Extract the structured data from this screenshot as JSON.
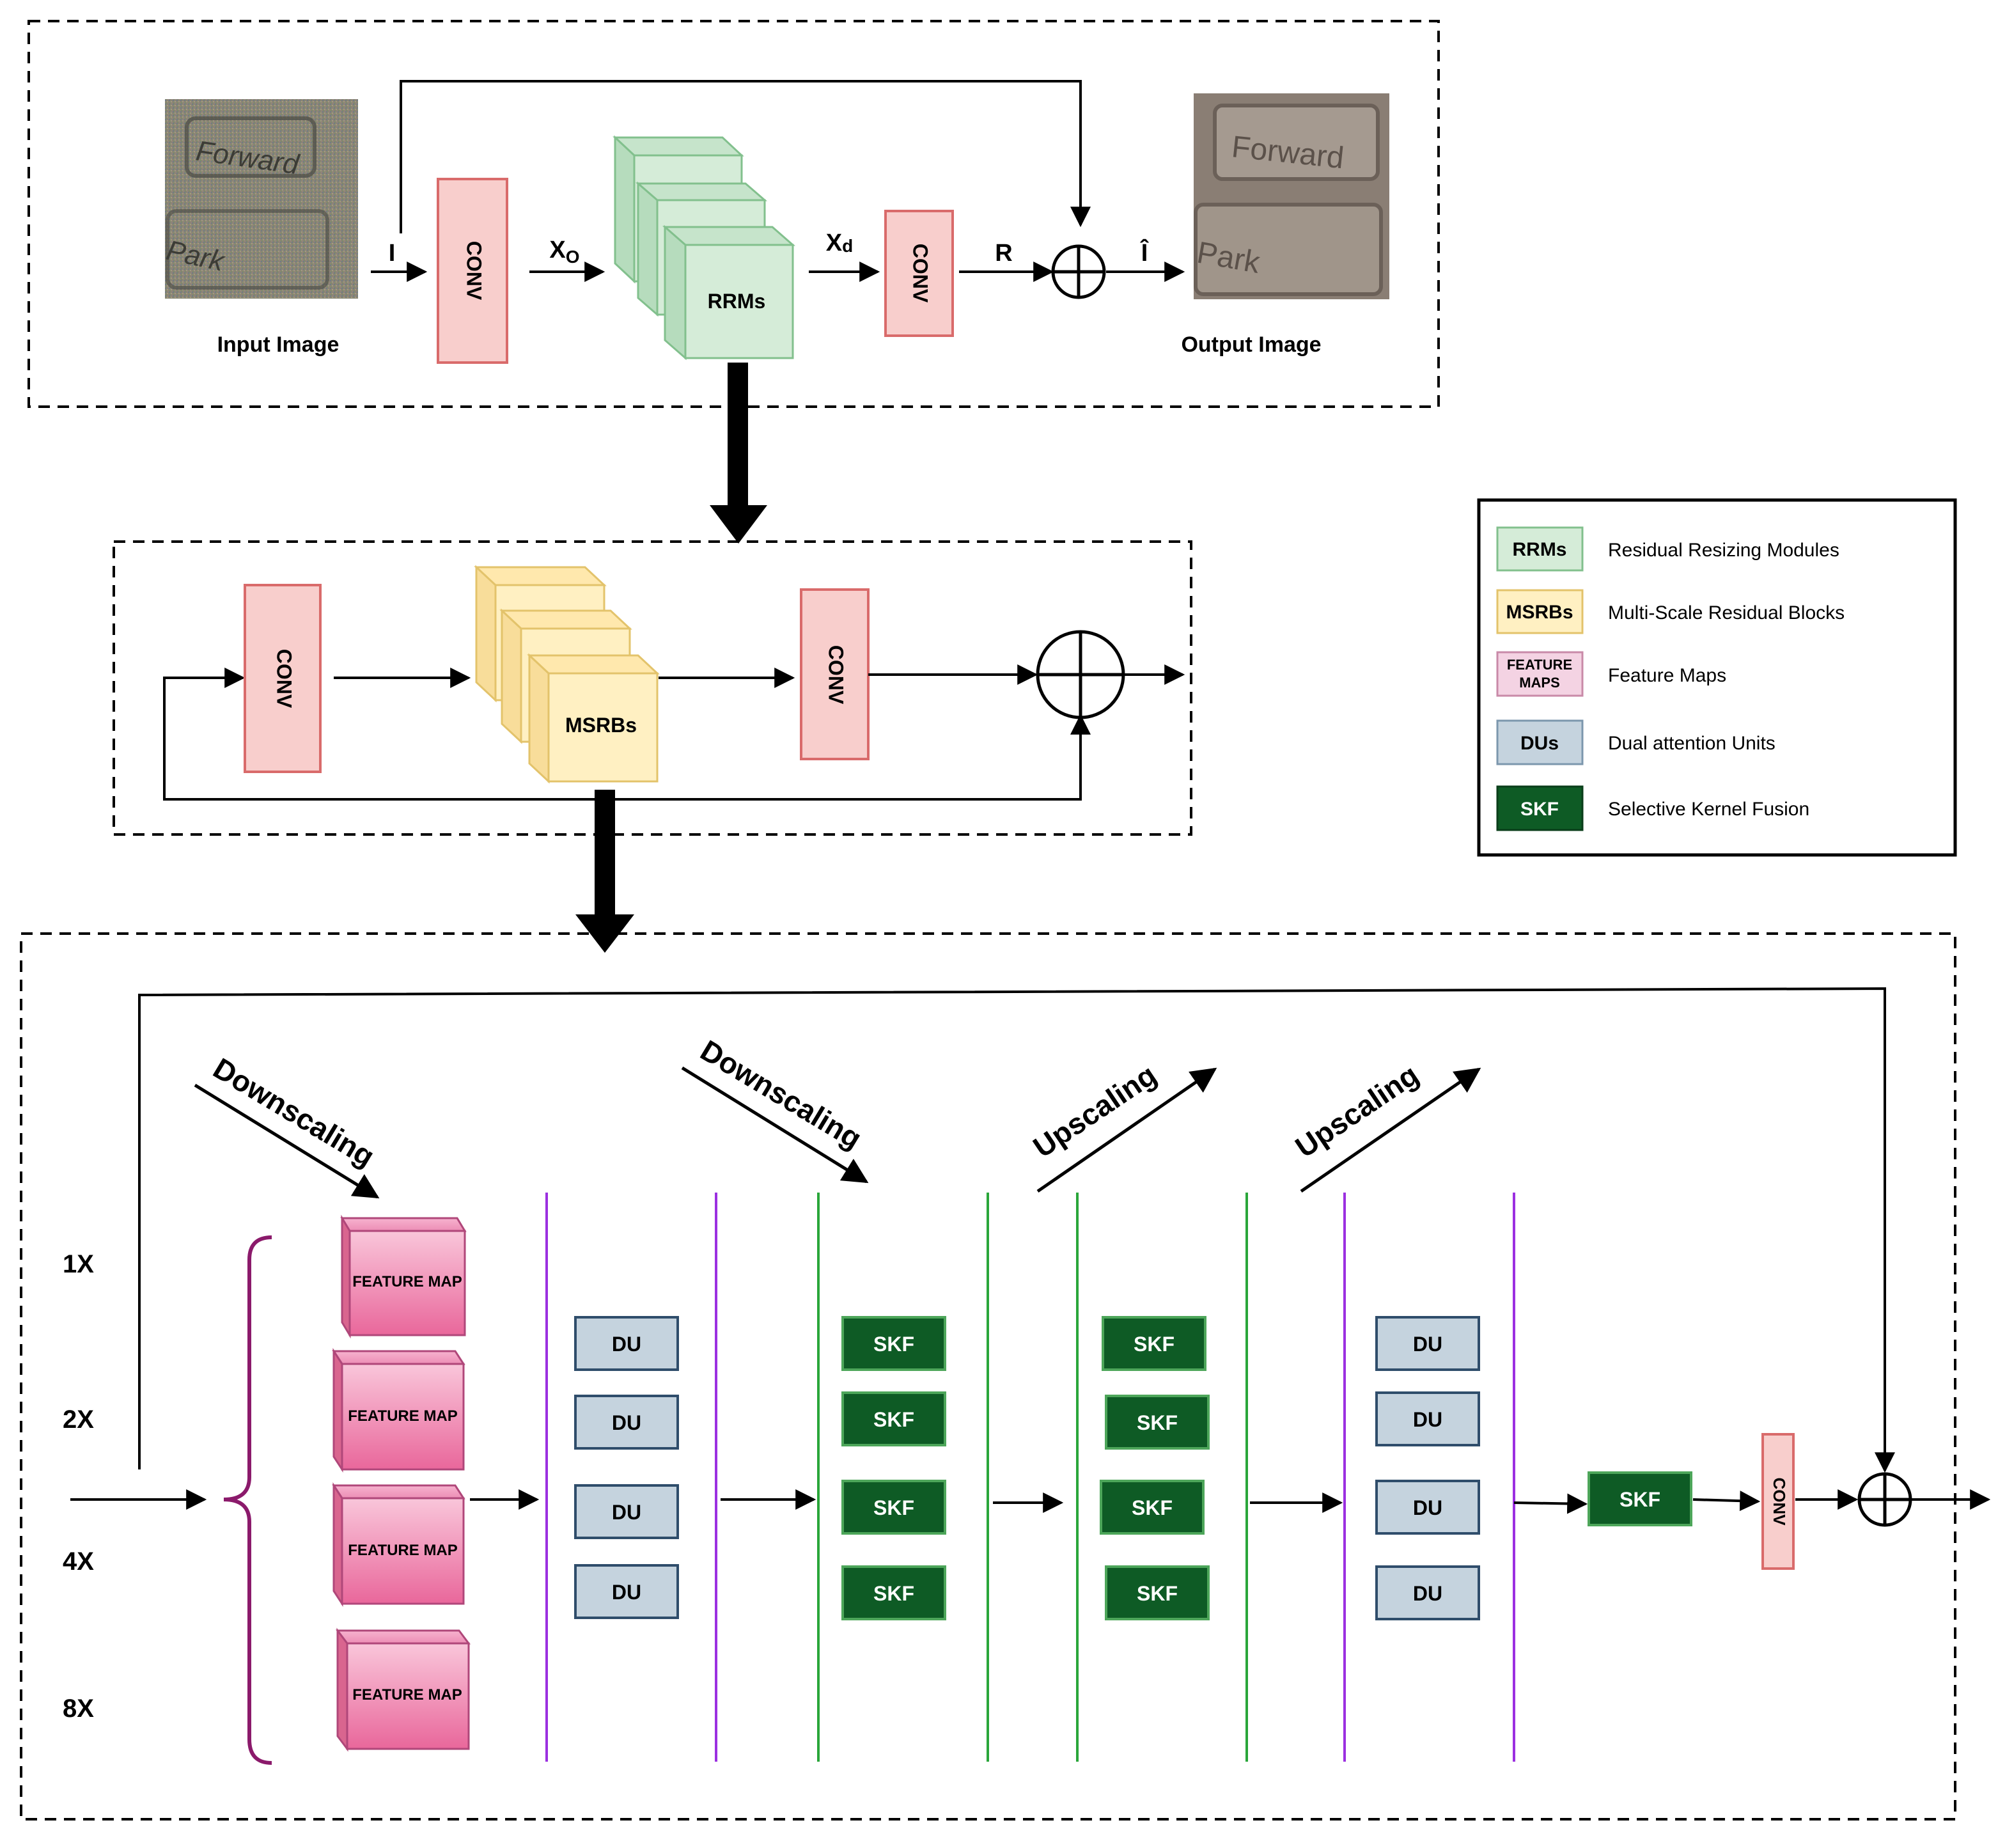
{
  "top": {
    "input_caption": "Input Image",
    "output_caption": "Output Image",
    "input_photo_text": [
      "Forward",
      "Park"
    ],
    "output_photo_text": [
      "Forward",
      "Park"
    ],
    "label_i": "I",
    "label_x0_main": "X",
    "label_x0_sub": "O",
    "label_xd_main": "X",
    "label_xd_sub": "d",
    "label_r": "R",
    "label_ihat": "Î",
    "conv": "CONV",
    "rrms": "RRMs"
  },
  "middle": {
    "conv": "CONV",
    "msrbs": "MSRBs"
  },
  "bottom": {
    "scales": [
      "1X",
      "2X",
      "4X",
      "8X"
    ],
    "feature_map": "FEATURE MAP",
    "du": "DU",
    "skf": "SKF",
    "conv": "CONV",
    "downscaling": "Downscaling",
    "upscaling": "Upscaling"
  },
  "legend": {
    "items": [
      {
        "key": "RRMs",
        "label": "Residual Resizing Modules"
      },
      {
        "key": "MSRBs",
        "label": "Multi-Scale Residual Blocks"
      },
      {
        "key": "FEATURE MAPS",
        "label": "Feature Maps"
      },
      {
        "key": "DUs",
        "label": "Dual attention Units"
      },
      {
        "key": "SKF",
        "label": "Selective Kernel Fusion"
      }
    ]
  },
  "colors": {
    "conv_fill": "#f8cecc",
    "conv_stroke": "#d96b6b",
    "rrm_fill": "#d5ecd8",
    "rrm_stroke": "#82c08d",
    "msrb_fill": "#fff0c2",
    "msrb_stroke": "#e3c36b",
    "feature_fill": "#ec7aa6",
    "du_fill": "#c5d3de",
    "du_stroke": "#2f4d6b",
    "skf_fill": "#0e5b25",
    "skf_stroke": "#4da65a",
    "purple_line": "#9b30e0",
    "green_line": "#2aa63a",
    "brace": "#8b1a6b"
  }
}
